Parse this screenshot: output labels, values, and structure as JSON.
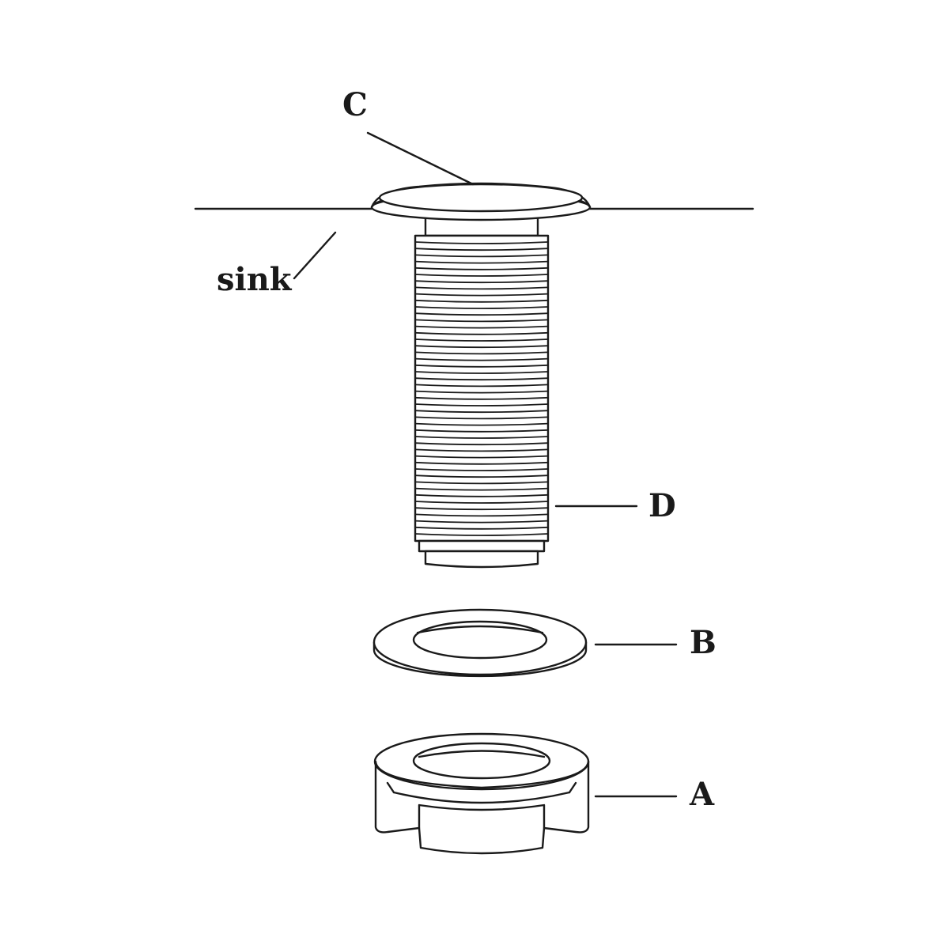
{
  "labels": {
    "c": "C",
    "sink": "sink",
    "d": "D",
    "b": "B",
    "a": "A"
  },
  "colors": {
    "line": "#1a1a1a",
    "background": "#ffffff"
  }
}
